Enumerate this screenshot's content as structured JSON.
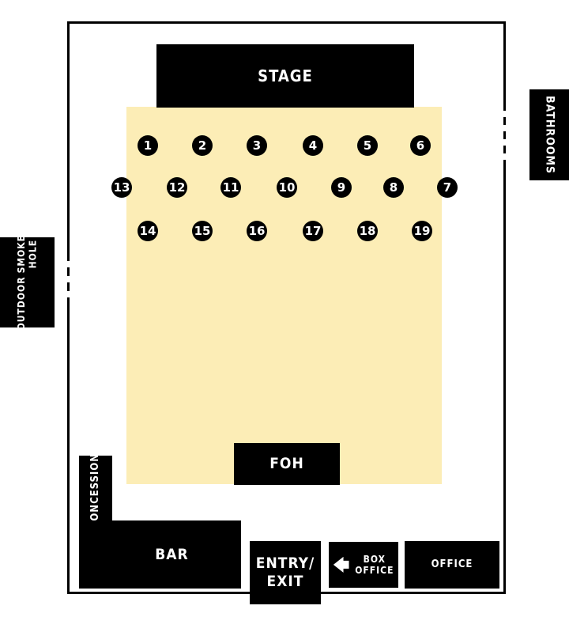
{
  "labels": {
    "stage": "STAGE",
    "bathrooms": "BATHROOMS",
    "outdoor_line1": "OUTDOOR",
    "outdoor_line2": "SMOKE HOLE",
    "foh": "FOH",
    "concession": "CONCESSION",
    "bar": "BAR",
    "entry_line1": "ENTRY/",
    "entry_line2": "EXIT",
    "box_office_line1": "BOX",
    "box_office_line2": "OFFICE",
    "office": "OFFICE"
  },
  "tables": {
    "row1": [
      "1",
      "2",
      "3",
      "4",
      "5",
      "6"
    ],
    "row2": [
      "13",
      "12",
      "11",
      "10",
      "9",
      "8",
      "7"
    ],
    "row3": [
      "14",
      "15",
      "16",
      "17",
      "18",
      "19"
    ]
  },
  "colors": {
    "floor": "#fcedb6",
    "block": "#000000"
  },
  "icons": {
    "box_office": "arrow-left-icon"
  }
}
